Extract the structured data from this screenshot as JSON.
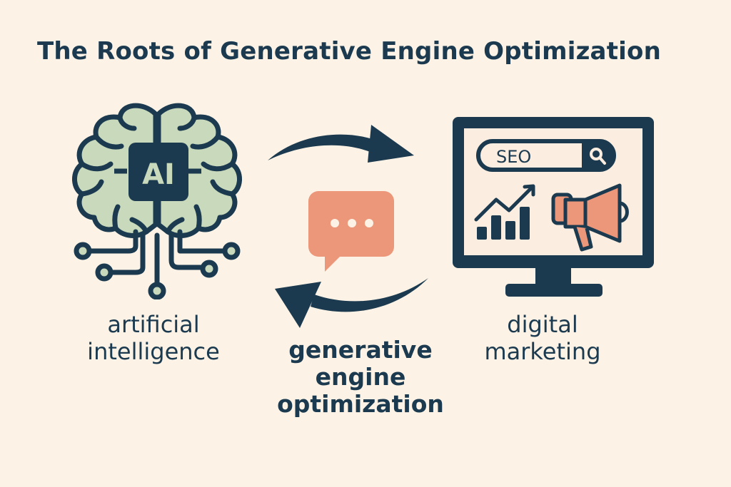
{
  "title": "The Roots of Generative Engine Optimization",
  "colors": {
    "background": "#fcf3e6",
    "navy": "#1b3a4f",
    "sage_green": "#c9d9bb",
    "salmon": "#ec977a"
  },
  "nodes": {
    "left": {
      "icon": "brain-circuit-icon",
      "badge_text": "AI",
      "label_line1": "artificial",
      "label_line2": "intelligence"
    },
    "center": {
      "icon": "chat-bubble-icon",
      "label_line1": "generative",
      "label_line2": "engine",
      "label_line3": "optimization"
    },
    "right": {
      "icon": "monitor-icon",
      "search_text": "SEO",
      "label_line1": "digital",
      "label_line2": "marketing"
    }
  },
  "arrows": [
    {
      "direction": "right",
      "icon": "curved-arrow-right-icon"
    },
    {
      "direction": "left",
      "icon": "curved-arrow-left-icon"
    }
  ]
}
